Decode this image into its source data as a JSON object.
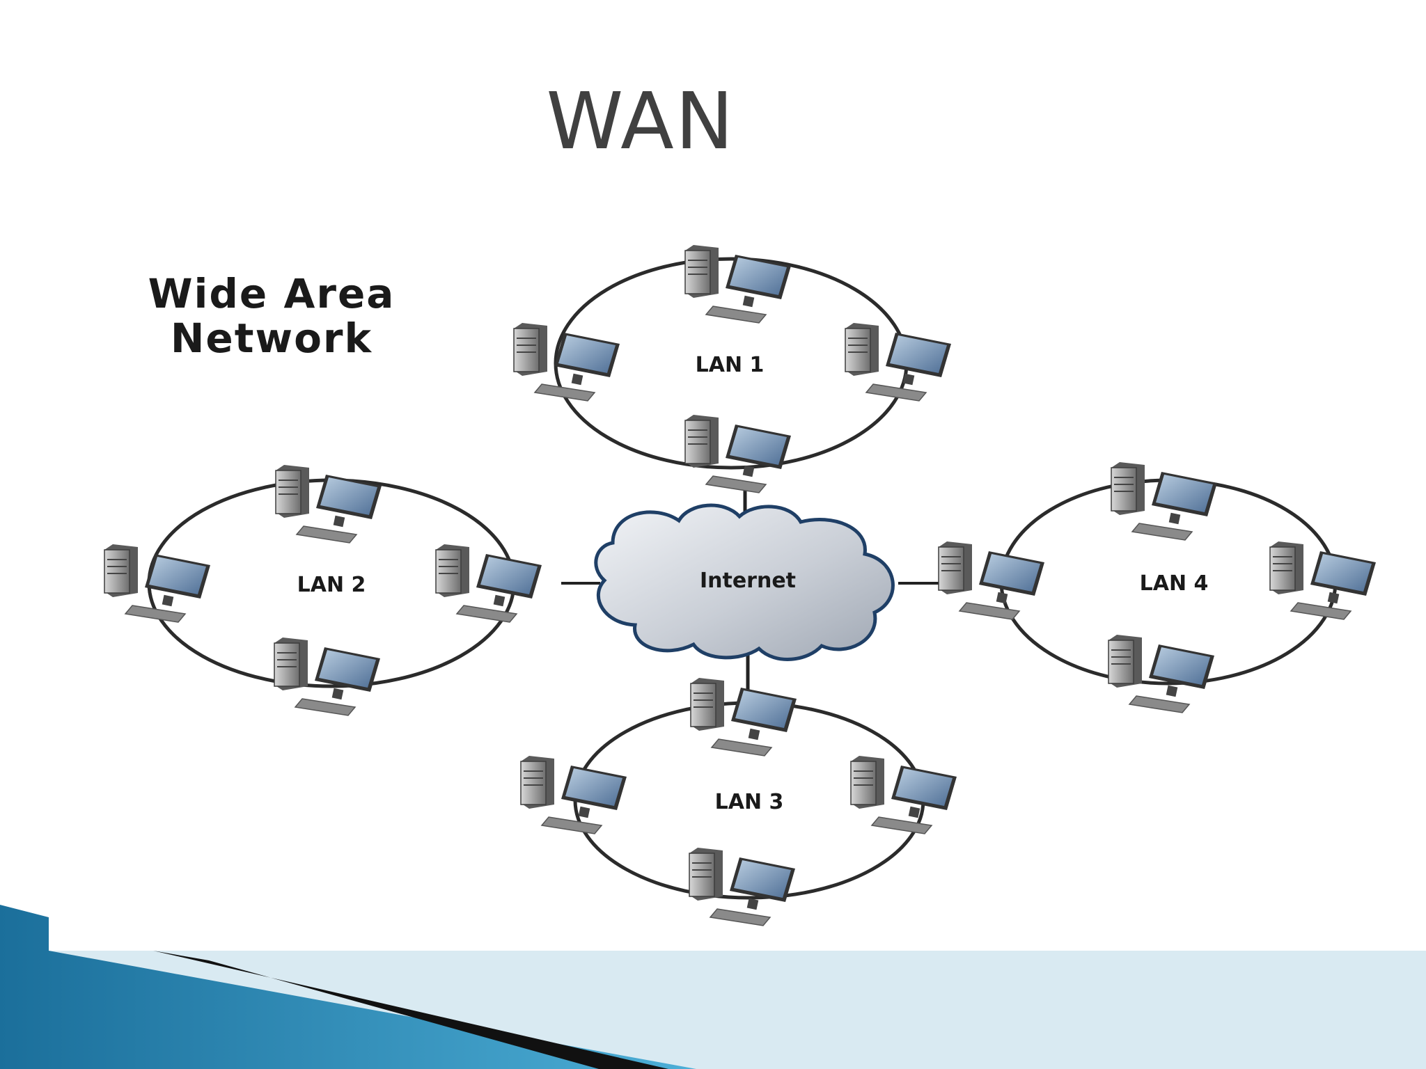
{
  "slide": {
    "title": "WAN",
    "caption_line1": "Wide Area",
    "caption_line2": "Network"
  },
  "diagram": {
    "hub": {
      "label": "Internet",
      "icon": "cloud-icon"
    },
    "lans": [
      {
        "id": "lan1",
        "label": "LAN 1",
        "workstations": 4
      },
      {
        "id": "lan2",
        "label": "LAN 2",
        "workstations": 4
      },
      {
        "id": "lan3",
        "label": "LAN 3",
        "workstations": 4
      },
      {
        "id": "lan4",
        "label": "LAN 4",
        "workstations": 4
      }
    ],
    "node_icon": "workstation-icon"
  },
  "colors": {
    "title": "#404040",
    "ring": "#2b2b2b",
    "cloud_outline": "#1f3f66",
    "accent_blue": "#2e8fc0"
  }
}
